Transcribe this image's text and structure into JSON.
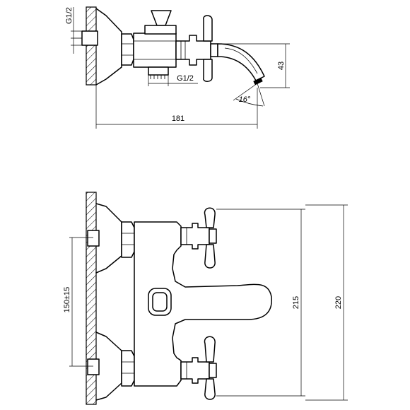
{
  "top_view": {
    "thread_left": "G1/2",
    "thread_bottom": "G1/2",
    "height_dim": "43",
    "angle_dim": "16°",
    "length_dim": "181"
  },
  "front_view": {
    "spacing_dim": "150±15",
    "inner_dim": "215",
    "outer_dim": "220"
  }
}
